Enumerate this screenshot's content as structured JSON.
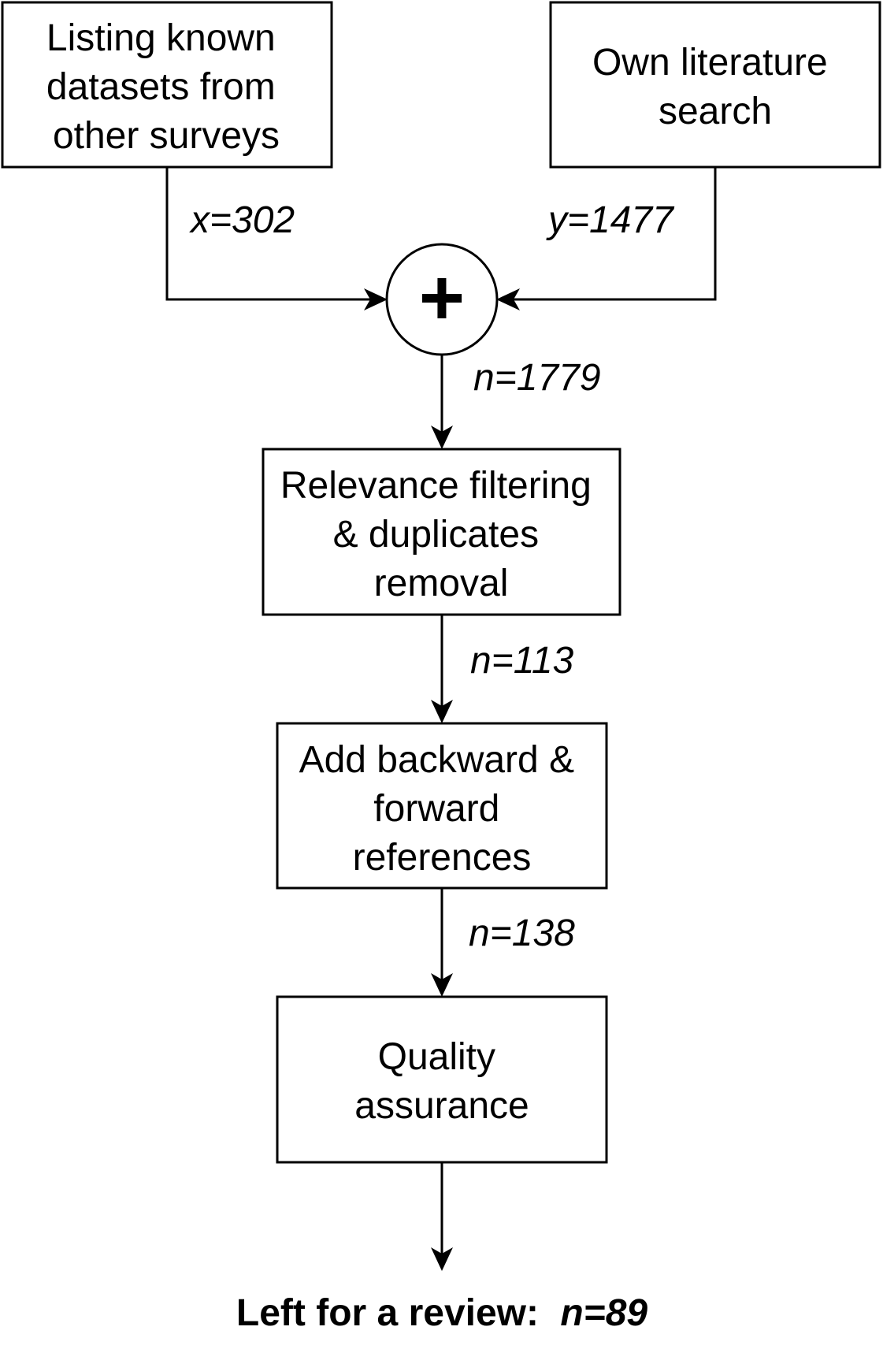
{
  "diagram": {
    "boxes": {
      "known_datasets": [
        "Listing known",
        "datasets from",
        "other surveys"
      ],
      "own_search": [
        "Own literature",
        "search"
      ],
      "relevance": [
        "Relevance filtering",
        "& duplicates",
        "removal"
      ],
      "references": [
        "Add backward &",
        "forward",
        "references"
      ],
      "quality": [
        "Quality",
        "assurance"
      ]
    },
    "merge_symbol": "+",
    "counts": {
      "x": "x=302",
      "y": "y=1477",
      "merged": "n=1779",
      "after_relevance": "n=113",
      "after_references": "n=138"
    },
    "result": {
      "label": "Left for a review:",
      "n_prefix": "n",
      "n_value": "=89"
    }
  }
}
